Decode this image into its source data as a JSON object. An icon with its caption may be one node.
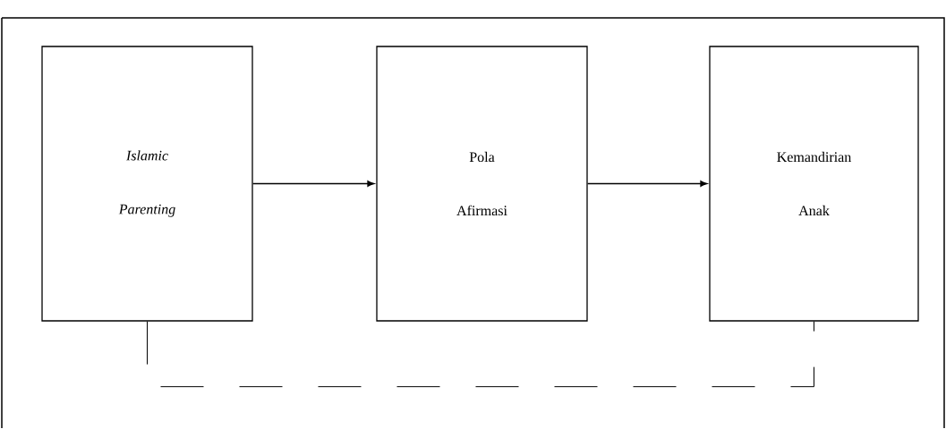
{
  "diagram": {
    "nodes": [
      {
        "text": [
          "Islamic Parenting"
        ]
      },
      {
        "text": [
          "Pola Afirmasi"
        ]
      },
      {
        "text": [
          "Kemandirian Anak"
        ]
      }
    ],
    "edges": [
      {
        "from": 0,
        "to": 1,
        "arrow": "to"
      },
      {
        "from": 1,
        "to": 2,
        "arrow": "to"
      },
      {
        "from": 0,
        "to": 2,
        "arrow": "none",
        "style": "dashed"
      }
    ]
  }
}
